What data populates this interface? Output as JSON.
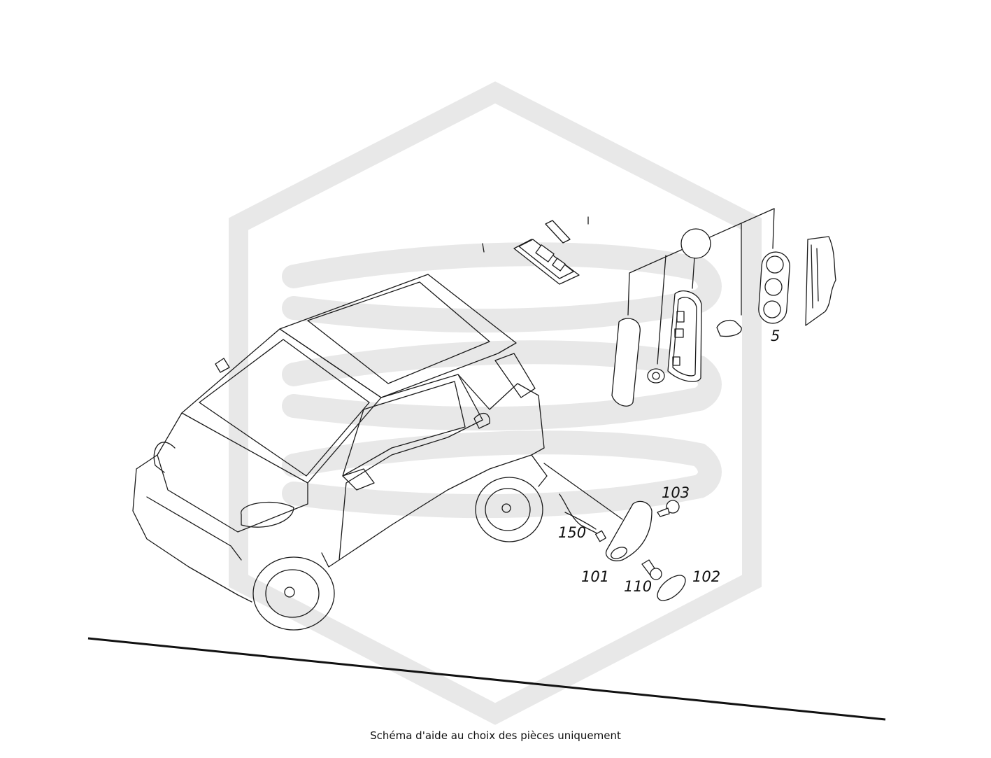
{
  "callouts": {
    "c5": "5",
    "c101": "101",
    "c102": "102",
    "c103": "103",
    "c110": "110",
    "c150": "150"
  },
  "caption": "Schéma d'aide au choix des pièces uniquement",
  "colors": {
    "lines": "#1a1a1a",
    "watermark": "#e8e8e8",
    "background": "#ffffff"
  }
}
